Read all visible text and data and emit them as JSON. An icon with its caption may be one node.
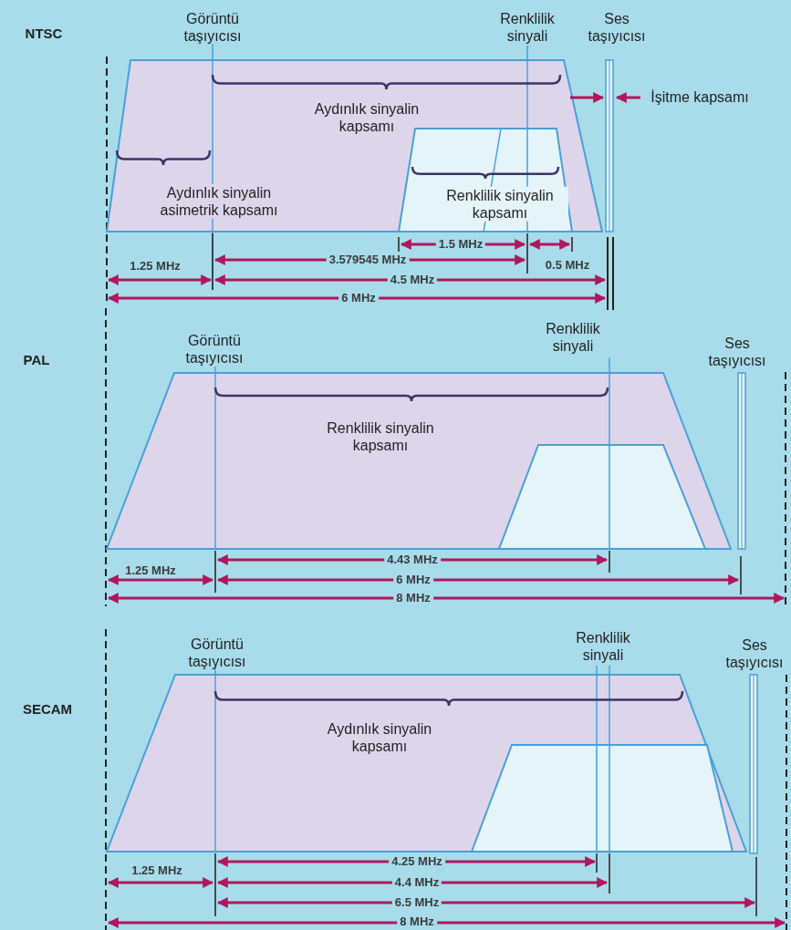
{
  "diagram": {
    "labels": [
      "Görüntü taşıyıcısı",
      "Renklilik sinyali",
      "Ses taşıyıcısı",
      "NTSC",
      "İşitme kapsamı",
      "Aydınlık sinyalin kapsamı",
      "Aydınlık sinyalin asimetrik kapsamı",
      "Renklilik sinyalin kapsamı",
      "1.5 MHz",
      "3.579545 MHz",
      "1.25 MHz",
      "0.5 MHz",
      "4.5 MHz",
      "6 MHz",
      "Görüntü taşıyıcısı",
      "Renklilik sinyali",
      "Ses taşıyıcısı",
      "PAL",
      "Renklilik sinyalin kapsamı",
      "4.43 MHz",
      "1.25 MHz",
      "6 MHz",
      "8 MHz",
      "Görüntü taşıyıcısı",
      "Renklilik sinyali",
      "Ses taşıyıcısı",
      "SECAM",
      "Aydınlık sinyalin kapsamı",
      "1.25 MHz",
      "4.25 MHz",
      "4.4 MHz",
      "6.5 MHz",
      "8 MHz"
    ]
  }
}
